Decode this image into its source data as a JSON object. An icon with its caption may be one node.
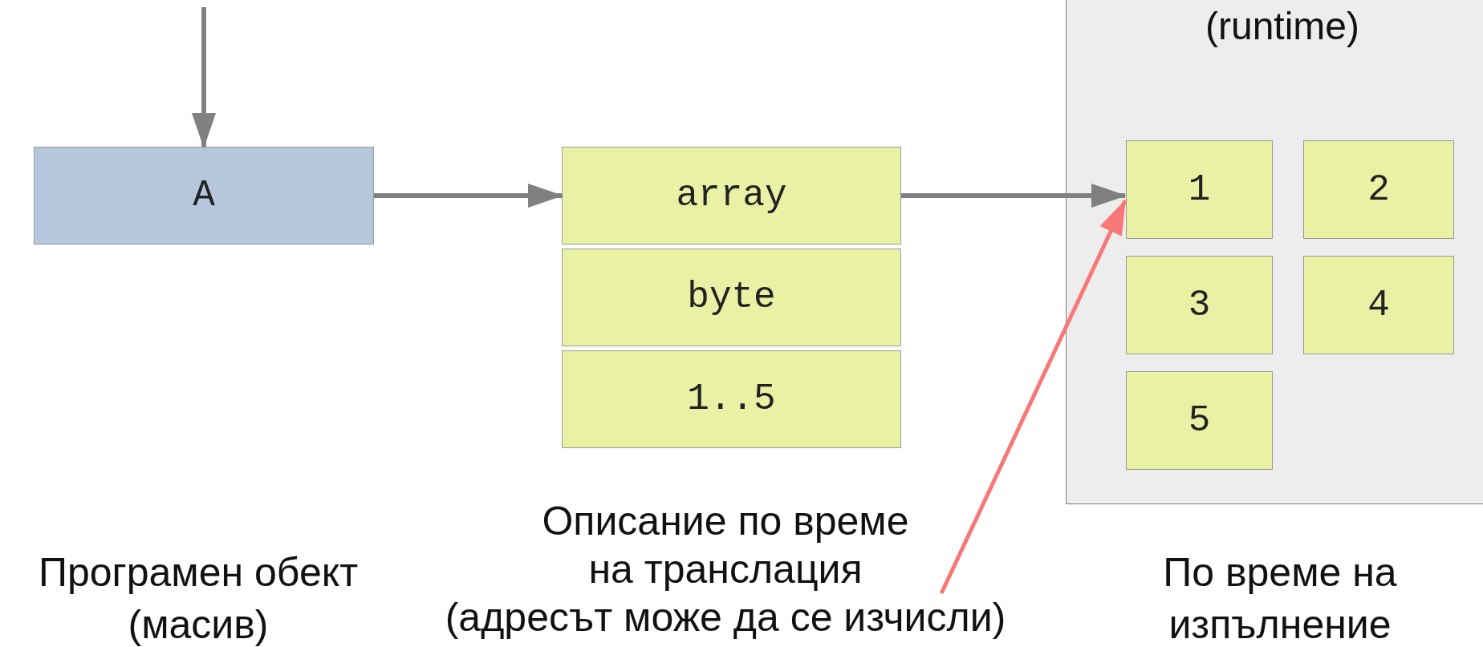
{
  "diagram": {
    "nodes": [
      {
        "text": [
          "A"
        ]
      },
      {
        "text": [
          "array"
        ]
      },
      {
        "text": [
          "byte"
        ]
      },
      {
        "text": [
          "1..5"
        ]
      },
      {
        "text": [
          "(runtime)"
        ]
      },
      {
        "text": [
          "1"
        ],
        "in": 4
      },
      {
        "text": [
          "2"
        ],
        "in": 4
      },
      {
        "text": [
          "3"
        ],
        "in": 4
      },
      {
        "text": [
          "4"
        ],
        "in": 4
      },
      {
        "text": [
          "5"
        ],
        "in": 4
      },
      {
        "text": [
          "Описание по време на транслация",
          "(адресът може да се изчисли)"
        ]
      }
    ],
    "labels": [
      "Програмен обект (масив)",
      "По време на изпълнение"
    ],
    "edges": [
      {
        "from": null,
        "to": 0,
        "arrow": "to"
      },
      {
        "from": 0,
        "to": 1,
        "arrow": "to"
      },
      {
        "from": 1,
        "to": 5,
        "arrow": "to"
      },
      {
        "from": 10,
        "to": 5,
        "arrow": "to",
        "color": "#f87878"
      }
    ]
  }
}
